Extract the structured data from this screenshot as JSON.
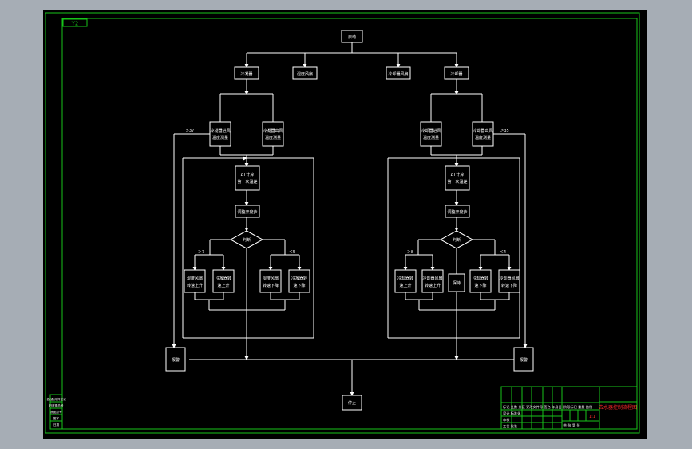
{
  "sheet": {
    "corner_label": "Y2",
    "colors": {
      "frame": "#17c41a",
      "line": "#ffffff",
      "title_text": "#ff2a2a",
      "background": "#000000"
    },
    "title_block": {
      "drawing_title": "去水器控制流程图",
      "rows": [
        "标记 处数 分区 更改文件号 签名 年月日",
        "设计 标准化",
        "审核",
        "工艺 批准"
      ],
      "stage_row": "阶段标记 重量 比例",
      "scale_mark": "1:1",
      "sheet_row": "共 张 第 张"
    },
    "side_strip": [
      "借(通)用件登记",
      "旧底图总号",
      "底图总号",
      "签字",
      "日期"
    ]
  },
  "flowchart": {
    "start": "启动",
    "top_branches": [
      "冷凝器",
      "湿度风扇",
      "冷却器风扇",
      "冷却器"
    ],
    "left": {
      "check1": "冷凝器进风温度测量",
      "check2": "冷凝器出风温度测量",
      "threshold_main": ">37",
      "calc": "ΔT计算 第一次温差",
      "adjust": "调整开度步",
      "decision": "判断",
      "gt": "＞7",
      "lt": "＜5",
      "out1": "湿度风扇转速上升",
      "out2": "冷凝器转速上升",
      "out3": "湿度风扇转速下降",
      "out4": "冷凝器转速下降",
      "alarm": "报警"
    },
    "right": {
      "check1": "冷却器进风温度测量",
      "check2": "冷却器出风温度测量",
      "threshold_main": "＞35",
      "calc": "ΔT计算 第一次温差",
      "adjust": "调整开度步",
      "decision": "判断",
      "gt": "＞8",
      "lt": "＜4",
      "out1": "冷却器转速上升",
      "out2": "冷却器风扇转速上升",
      "out3": "保持",
      "out4": "冷却器转速下降",
      "out5": "冷却器风扇转速下降",
      "alarm": "报警"
    },
    "stop": "停止"
  }
}
